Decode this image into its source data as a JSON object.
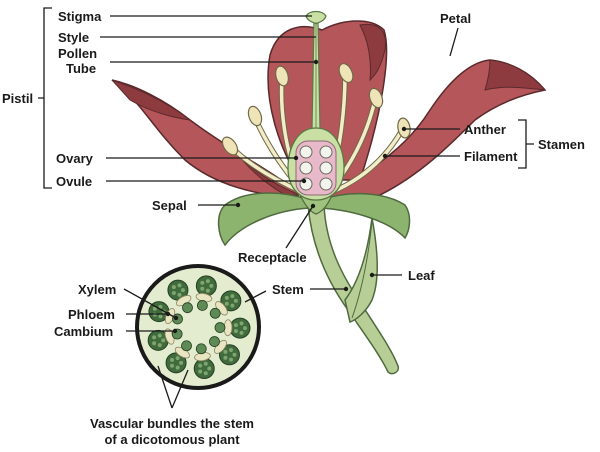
{
  "labels": {
    "stigma": "Stigma",
    "style": "Style",
    "pollen_tube_line1": "Pollen",
    "pollen_tube_line2": "Tube",
    "pistil": "Pistil",
    "ovary": "Ovary",
    "ovule": "Ovule",
    "petal": "Petal",
    "anther": "Anther",
    "filament": "Filament",
    "stamen": "Stamen",
    "sepal": "Sepal",
    "receptacle": "Receptacle",
    "leaf": "Leaf",
    "stem": "Stem",
    "xylem": "Xylem",
    "phloem": "Phloem",
    "cambium": "Cambium",
    "caption_line1": "Vascular bundles the stem",
    "caption_line2": "of a dicotomous plant"
  },
  "colors": {
    "petal_fill": "#b5565a",
    "petal_dark": "#8e3b40",
    "petal_outline": "#5a2a2c",
    "pistil_green": "#c9dfa3",
    "green_dark": "#6f8f5a",
    "sepal_green": "#8db46f",
    "ovary_pink": "#e8b9c9",
    "ovule_white": "#f4f4ee",
    "anther_cream": "#efe4b8",
    "filament_cream": "#f2ecc8",
    "cross_section_fill": "#e3eccf",
    "xylem_dark": "#3f6b3d",
    "cambium_cream": "#e9e4c2"
  }
}
